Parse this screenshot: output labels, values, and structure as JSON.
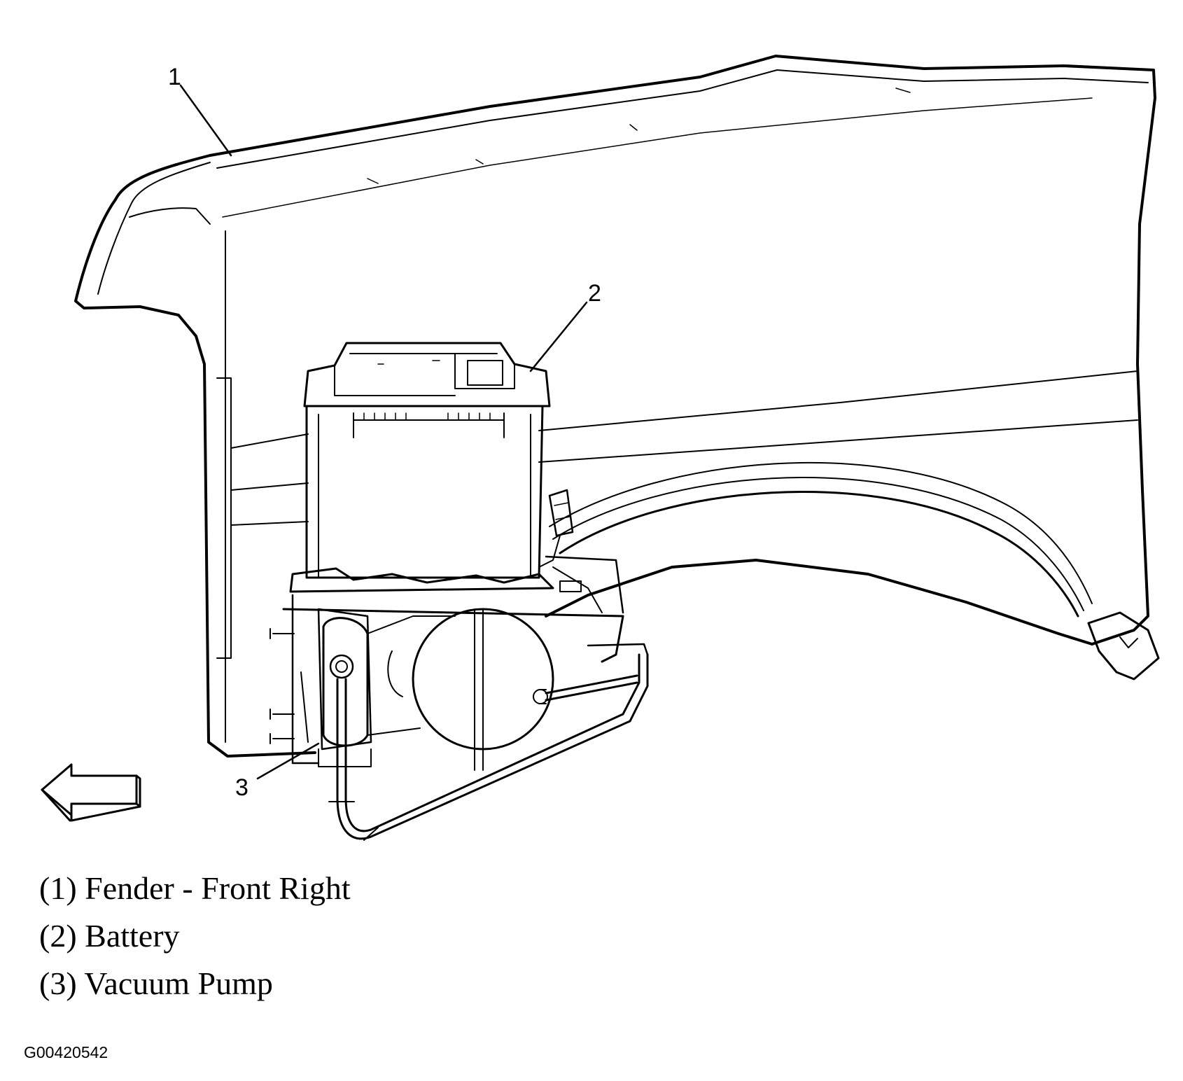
{
  "callouts": {
    "c1": "1",
    "c2": "2",
    "c3": "3"
  },
  "legend": [
    "(1) Fender - Front Right",
    "(2) Battery",
    "(3) Vacuum Pump"
  ],
  "figure_id": "G00420542"
}
